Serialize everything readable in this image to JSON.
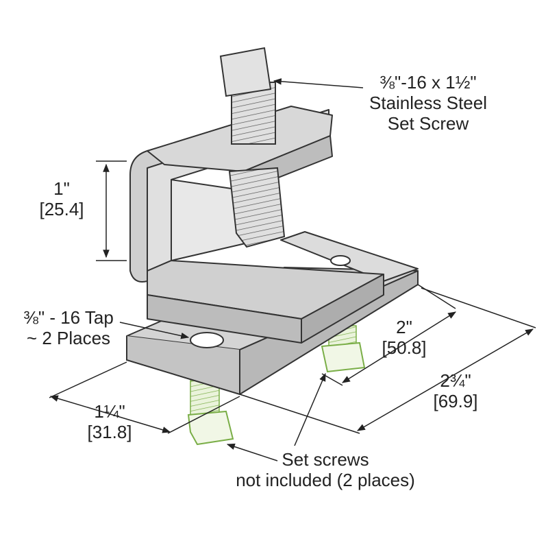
{
  "labels": {
    "main_screw": {
      "line1": "⅜\"-16 x 1½\"",
      "line2": "Stainless Steel",
      "line3": "Set Screw"
    },
    "height": {
      "imperial": "1\"",
      "metric": "[25.4]"
    },
    "tap": {
      "line1": "⅜\" - 16 Tap",
      "line2": "~ 2 Places"
    },
    "width_inner": {
      "imperial": "2\"",
      "metric": "[50.8]"
    },
    "width_outer": {
      "imperial": "2¾\"",
      "metric": "[69.9]"
    },
    "depth": {
      "imperial": "1¼\"",
      "metric": "[31.8]"
    },
    "set_screws": {
      "line1": "Set screws",
      "line2": "not included (2 places)"
    }
  },
  "colors": {
    "steel": "#d4d4d4",
    "steel_light": "#e6e6e6",
    "steel_dark": "#b5b5b5",
    "outline": "#333333",
    "screw_green": "#8bbf5a",
    "screw_green_light": "#e3f0cf"
  }
}
